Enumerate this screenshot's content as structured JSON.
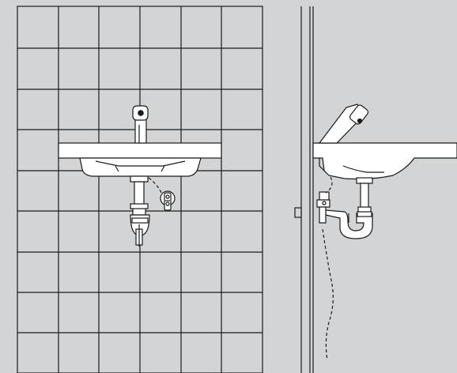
{
  "drawing": {
    "views": [
      {
        "view": "front"
      },
      {
        "view": "side"
      }
    ],
    "colors": {
      "background": "#d3d4d5",
      "line": "#1a1a1a",
      "fixture_fill": "#ffffff"
    },
    "components": [
      "tiled-wall",
      "washbasin",
      "sensor-faucet",
      "drain-trap",
      "angle-valve",
      "connection-hose"
    ]
  }
}
